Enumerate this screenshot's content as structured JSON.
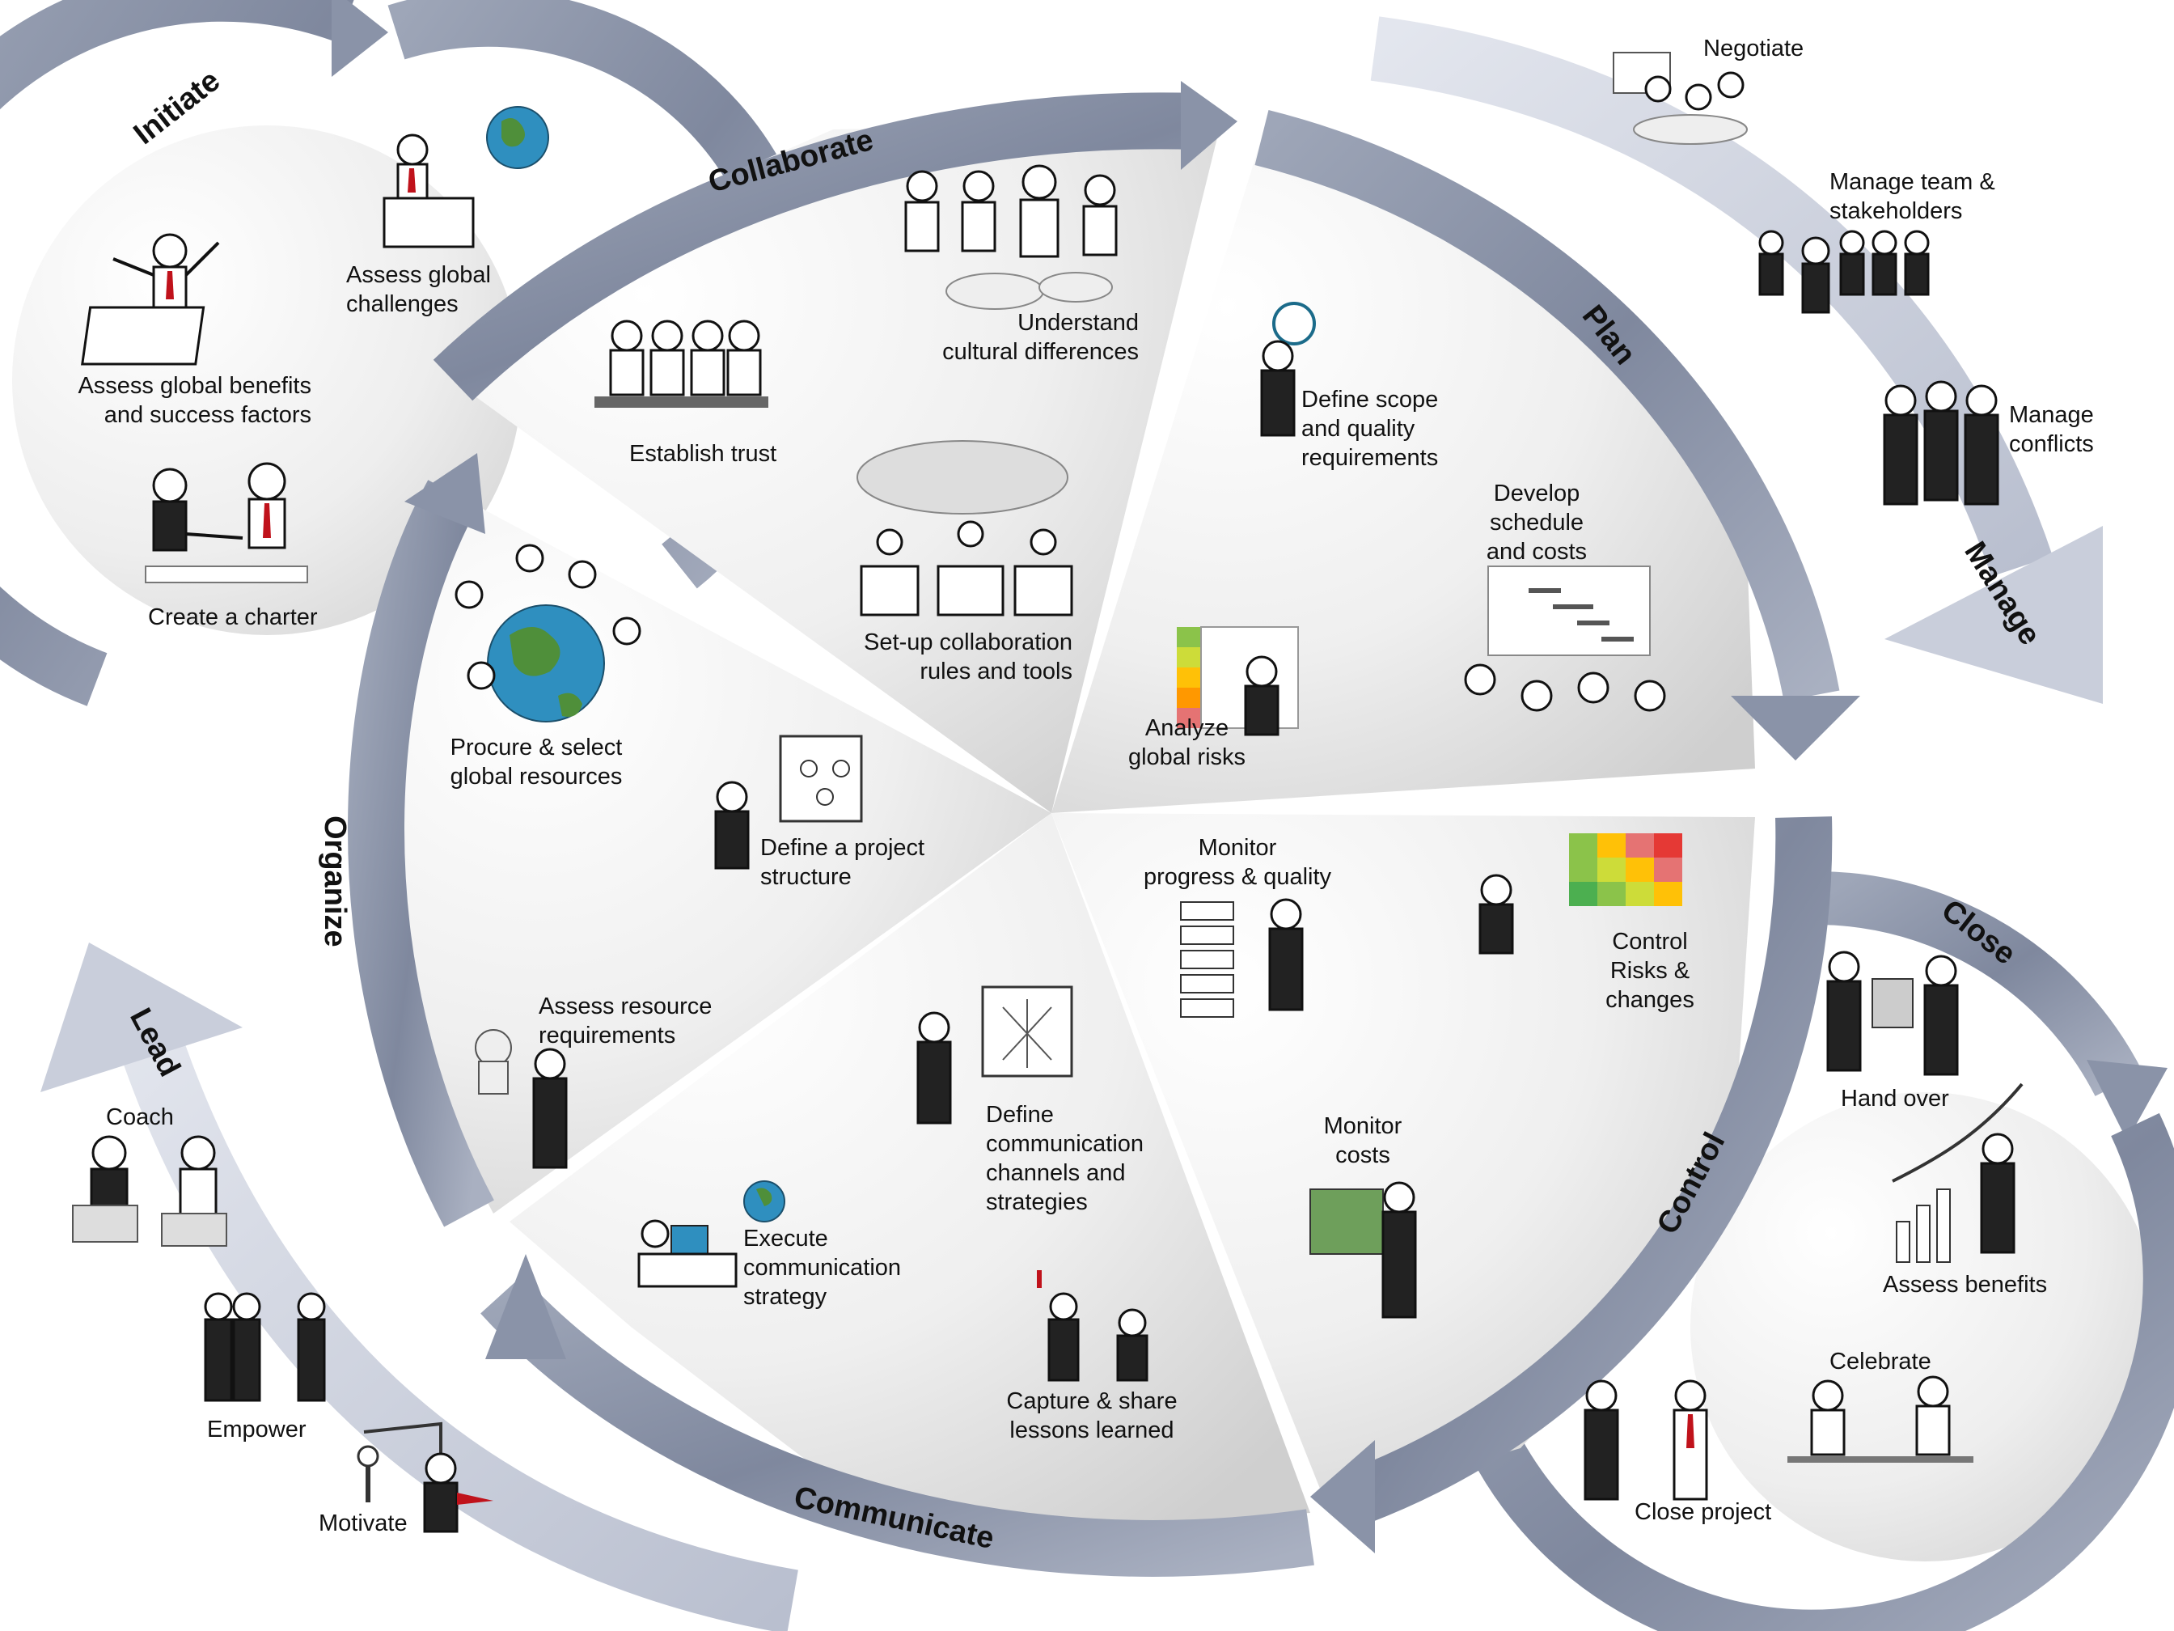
{
  "phases": {
    "initiate": "Initiate",
    "collaborate": "Collaborate",
    "plan": "Plan",
    "manage": "Manage",
    "close": "Close",
    "control": "Control",
    "communicate": "Communicate",
    "organize": "Organize",
    "lead": "Lead"
  },
  "activities": {
    "initiate": {
      "assess_benefits": [
        "Assess global benefits",
        "and success factors"
      ],
      "assess_challenges": [
        "Assess global",
        "challenges"
      ],
      "create_charter": "Create a charter"
    },
    "collaborate": {
      "cultural": [
        "Understand",
        "cultural differences"
      ],
      "trust": "Establish trust",
      "rules": [
        "Set-up collaboration",
        "rules and tools"
      ]
    },
    "plan": {
      "scope": [
        "Define scope",
        "and quality",
        "requirements"
      ],
      "schedule": [
        "Develop",
        "schedule",
        "and costs"
      ],
      "risks": [
        "Analyze",
        "global risks"
      ]
    },
    "manage": {
      "negotiate": "Negotiate",
      "team": [
        "Manage team &",
        "stakeholders"
      ],
      "conflicts": [
        "Manage",
        "conflicts"
      ]
    },
    "control": {
      "progress": [
        "Monitor",
        "progress & quality"
      ],
      "risks_changes": [
        "Control",
        "Risks &",
        "changes"
      ],
      "costs": [
        "Monitor",
        "costs"
      ]
    },
    "close": {
      "hand_over": "Hand over",
      "assess_benefits": "Assess benefits",
      "celebrate": "Celebrate",
      "close_project": "Close project"
    },
    "communicate": {
      "channels": [
        "Define",
        "communication",
        "channels and",
        "strategies"
      ],
      "execute": [
        "Execute",
        "communication",
        "strategy"
      ],
      "lessons": [
        "Capture & share",
        "lessons learned"
      ]
    },
    "organize": {
      "procure": [
        "Procure & select",
        "global resources"
      ],
      "structure": [
        "Define a project",
        "structure"
      ],
      "resources": [
        "Assess resource",
        "requirements"
      ]
    },
    "lead": {
      "coach": "Coach",
      "empower": "Empower",
      "motivate": "Motivate"
    }
  },
  "colors": {
    "ring_dark": "#8a93a8",
    "ring_light": "#c9cedb",
    "sector_light": "#f4f4f4",
    "sector_dark": "#d6d6d6",
    "accent_tie": "#c0121b"
  }
}
